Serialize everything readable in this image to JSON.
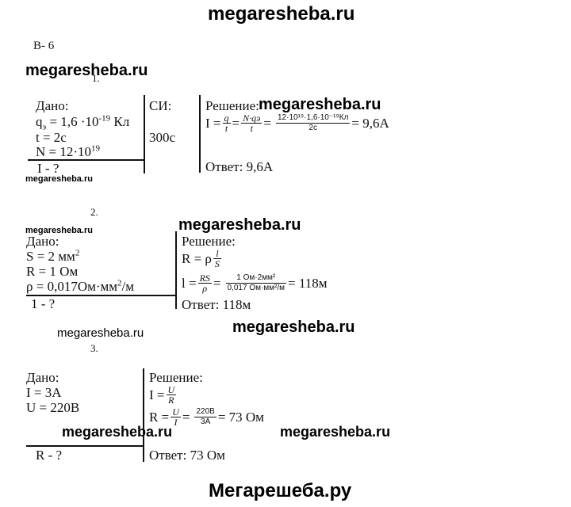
{
  "watermarks": {
    "top": "megaresheba.ru",
    "bottom": "Мегарешеба.ру",
    "w1": "megaresheba.ru",
    "w2": "megaresheba.ru",
    "w3": "megaresheba.ru",
    "w4": "megaresheba.ru",
    "w5": "megaresheba.ru",
    "w6": "megaresheba.ru",
    "w7": "megaresheba.ru",
    "w8": "megaresheba.ru",
    "w9": "megaresheba.ru"
  },
  "variant": "В- 6",
  "p1": {
    "num": "1.",
    "given_title": "Дано:",
    "q_main": "q",
    "q_sub": "э",
    "q_value": " = 1,6 ·10",
    "q_exp": "-19",
    "q_unit": " Кл",
    "t": "t = 2с",
    "n_main": "N = 12·10",
    "n_exp": "19",
    "find": "I - ?",
    "si_title": "СИ:",
    "si_value": "300с",
    "solution_title": "Решение:",
    "eq_lhs": "I =",
    "f1_num": "q",
    "f1_den": "t",
    "eq_mid": "=",
    "f2_num": "N·qэ",
    "f2_den": "t",
    "eq_mid2": "=",
    "f3_num": "12·10¹⁹·1,6·10⁻¹⁹Кл",
    "f3_den": "2с",
    "eq_result": "= 9,6А",
    "answer": "Ответ: 9,6А"
  },
  "p2": {
    "num": "2.",
    "given_title": "Дано:",
    "s_main": "S = 2 мм",
    "s_exp": "2",
    "r": "R = 1 Ом",
    "rho_main": "ρ = 0,017Ом·мм",
    "rho_exp": "2",
    "rho_tail": "/м",
    "find": "1 - ?",
    "solution_title": "Решение:",
    "f1_lhs": "R = ρ",
    "f1_num": "l",
    "f1_den": "S",
    "f2_lhs": "l =",
    "f2a_num": "RS",
    "f2a_den": "ρ",
    "f2_mid": "=",
    "f2b_num": "1 Ом·2мм²",
    "f2b_den": "0,017 Ом·мм²/м",
    "f2_result": "= 118м",
    "answer": "Ответ: 118м"
  },
  "p3": {
    "num": "3.",
    "given_title": "Дано:",
    "i": "I = 3А",
    "u": "U = 220В",
    "find": "R - ?",
    "solution_title": "Решение:",
    "f1_lhs": "I =",
    "f1_num": "U",
    "f1_den": "R",
    "f2_lhs": "R =",
    "f2a_num": "U",
    "f2a_den": "I",
    "f2_mid": "=",
    "f2b_num": "220В",
    "f2b_den": "3А",
    "f2_result": "= 73 Ом",
    "answer": "Ответ: 73 Ом"
  }
}
